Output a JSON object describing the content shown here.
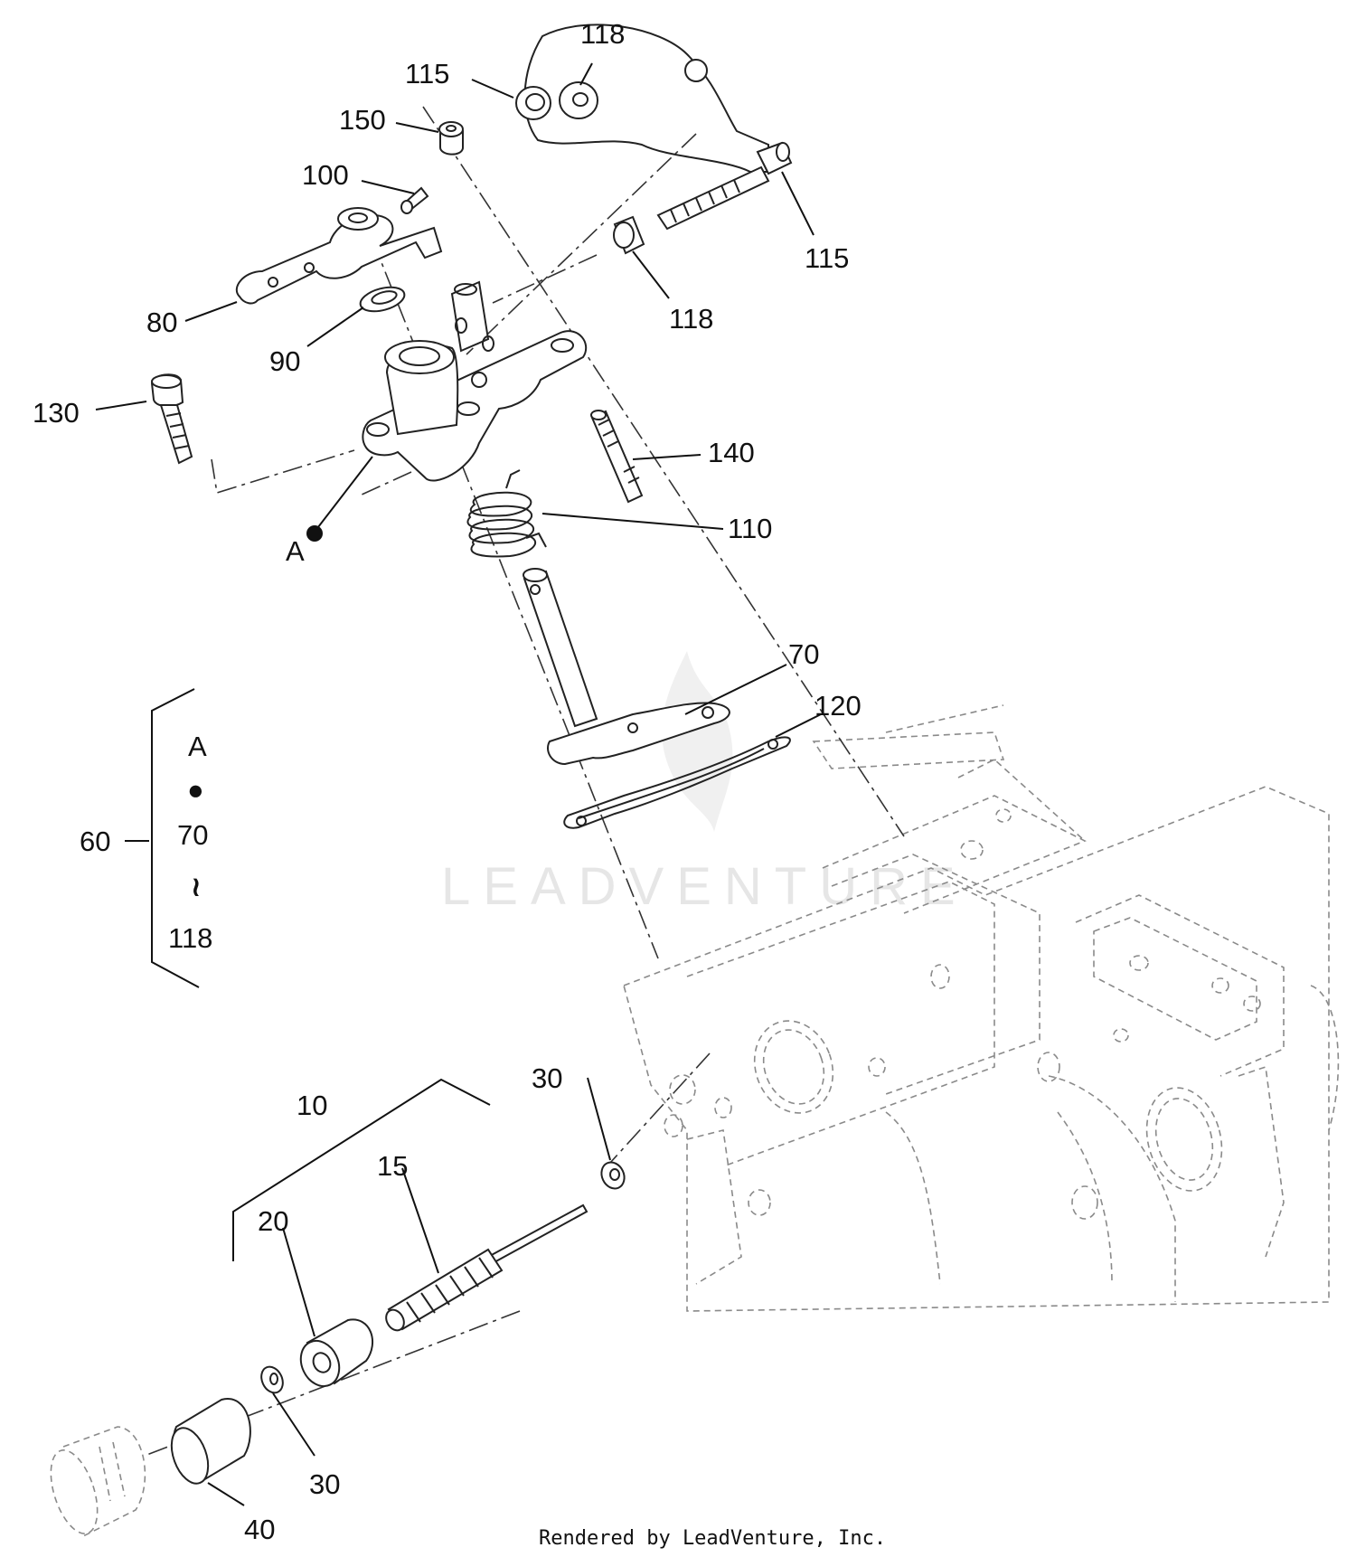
{
  "callouts": {
    "c118a": "118",
    "c115a": "115",
    "c150": "150",
    "c100": "100",
    "c115b": "115",
    "c118b": "118",
    "c80": "80",
    "c90": "90",
    "c130": "130",
    "c140": "140",
    "c110": "110",
    "cA": "A",
    "c70": "70",
    "c120": "120",
    "c60": "60",
    "c10": "10",
    "c30a": "30",
    "c15": "15",
    "c20": "20",
    "c30b": "30",
    "c40": "40"
  },
  "kit_legend": {
    "ref": "A",
    "dot": "●",
    "from": "70",
    "tilde": "≀",
    "to": "118"
  },
  "watermark": "LEADVENTURE",
  "footer": "Rendered by LeadVenture, Inc."
}
